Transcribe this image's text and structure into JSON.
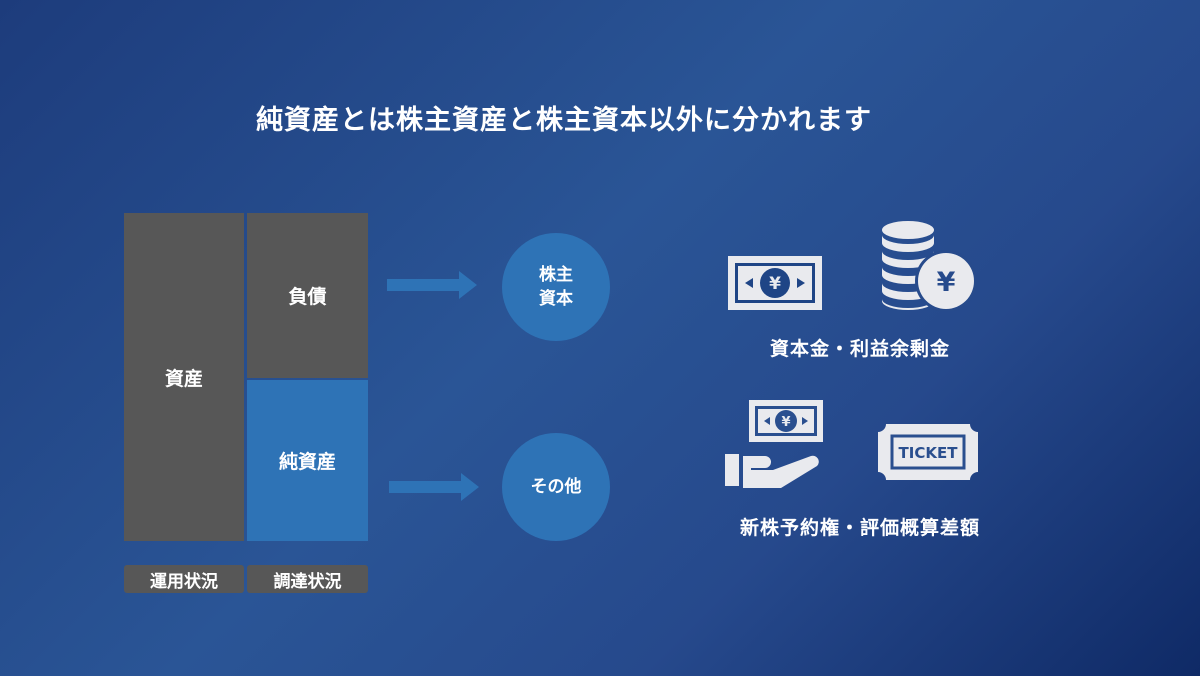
{
  "title": "純資産とは株主資産と株主資本以外に分かれます",
  "balance_sheet": {
    "assets": "資産",
    "liabilities": "負債",
    "net_assets": "純資産"
  },
  "footer_labels": {
    "left": "運用状況",
    "right": "調達状況"
  },
  "circles": {
    "shareholders_equity_line1": "株主",
    "shareholders_equity_line2": "資本",
    "other": "その他"
  },
  "captions": {
    "top": "資本金・利益余剰金",
    "bottom": "新株予約権・評価概算差額"
  },
  "icons": {
    "banknote": "banknote-yen-icon",
    "coins": "coin-stack-yen-icon",
    "hand": "hand-banknote-icon",
    "ticket": "ticket-icon",
    "ticket_text": "TICKET",
    "yen_symbol": "¥"
  },
  "colors": {
    "grey_block": "#575757",
    "blue_block": "#2e73b6",
    "icon_fill": "#e9eaee"
  }
}
